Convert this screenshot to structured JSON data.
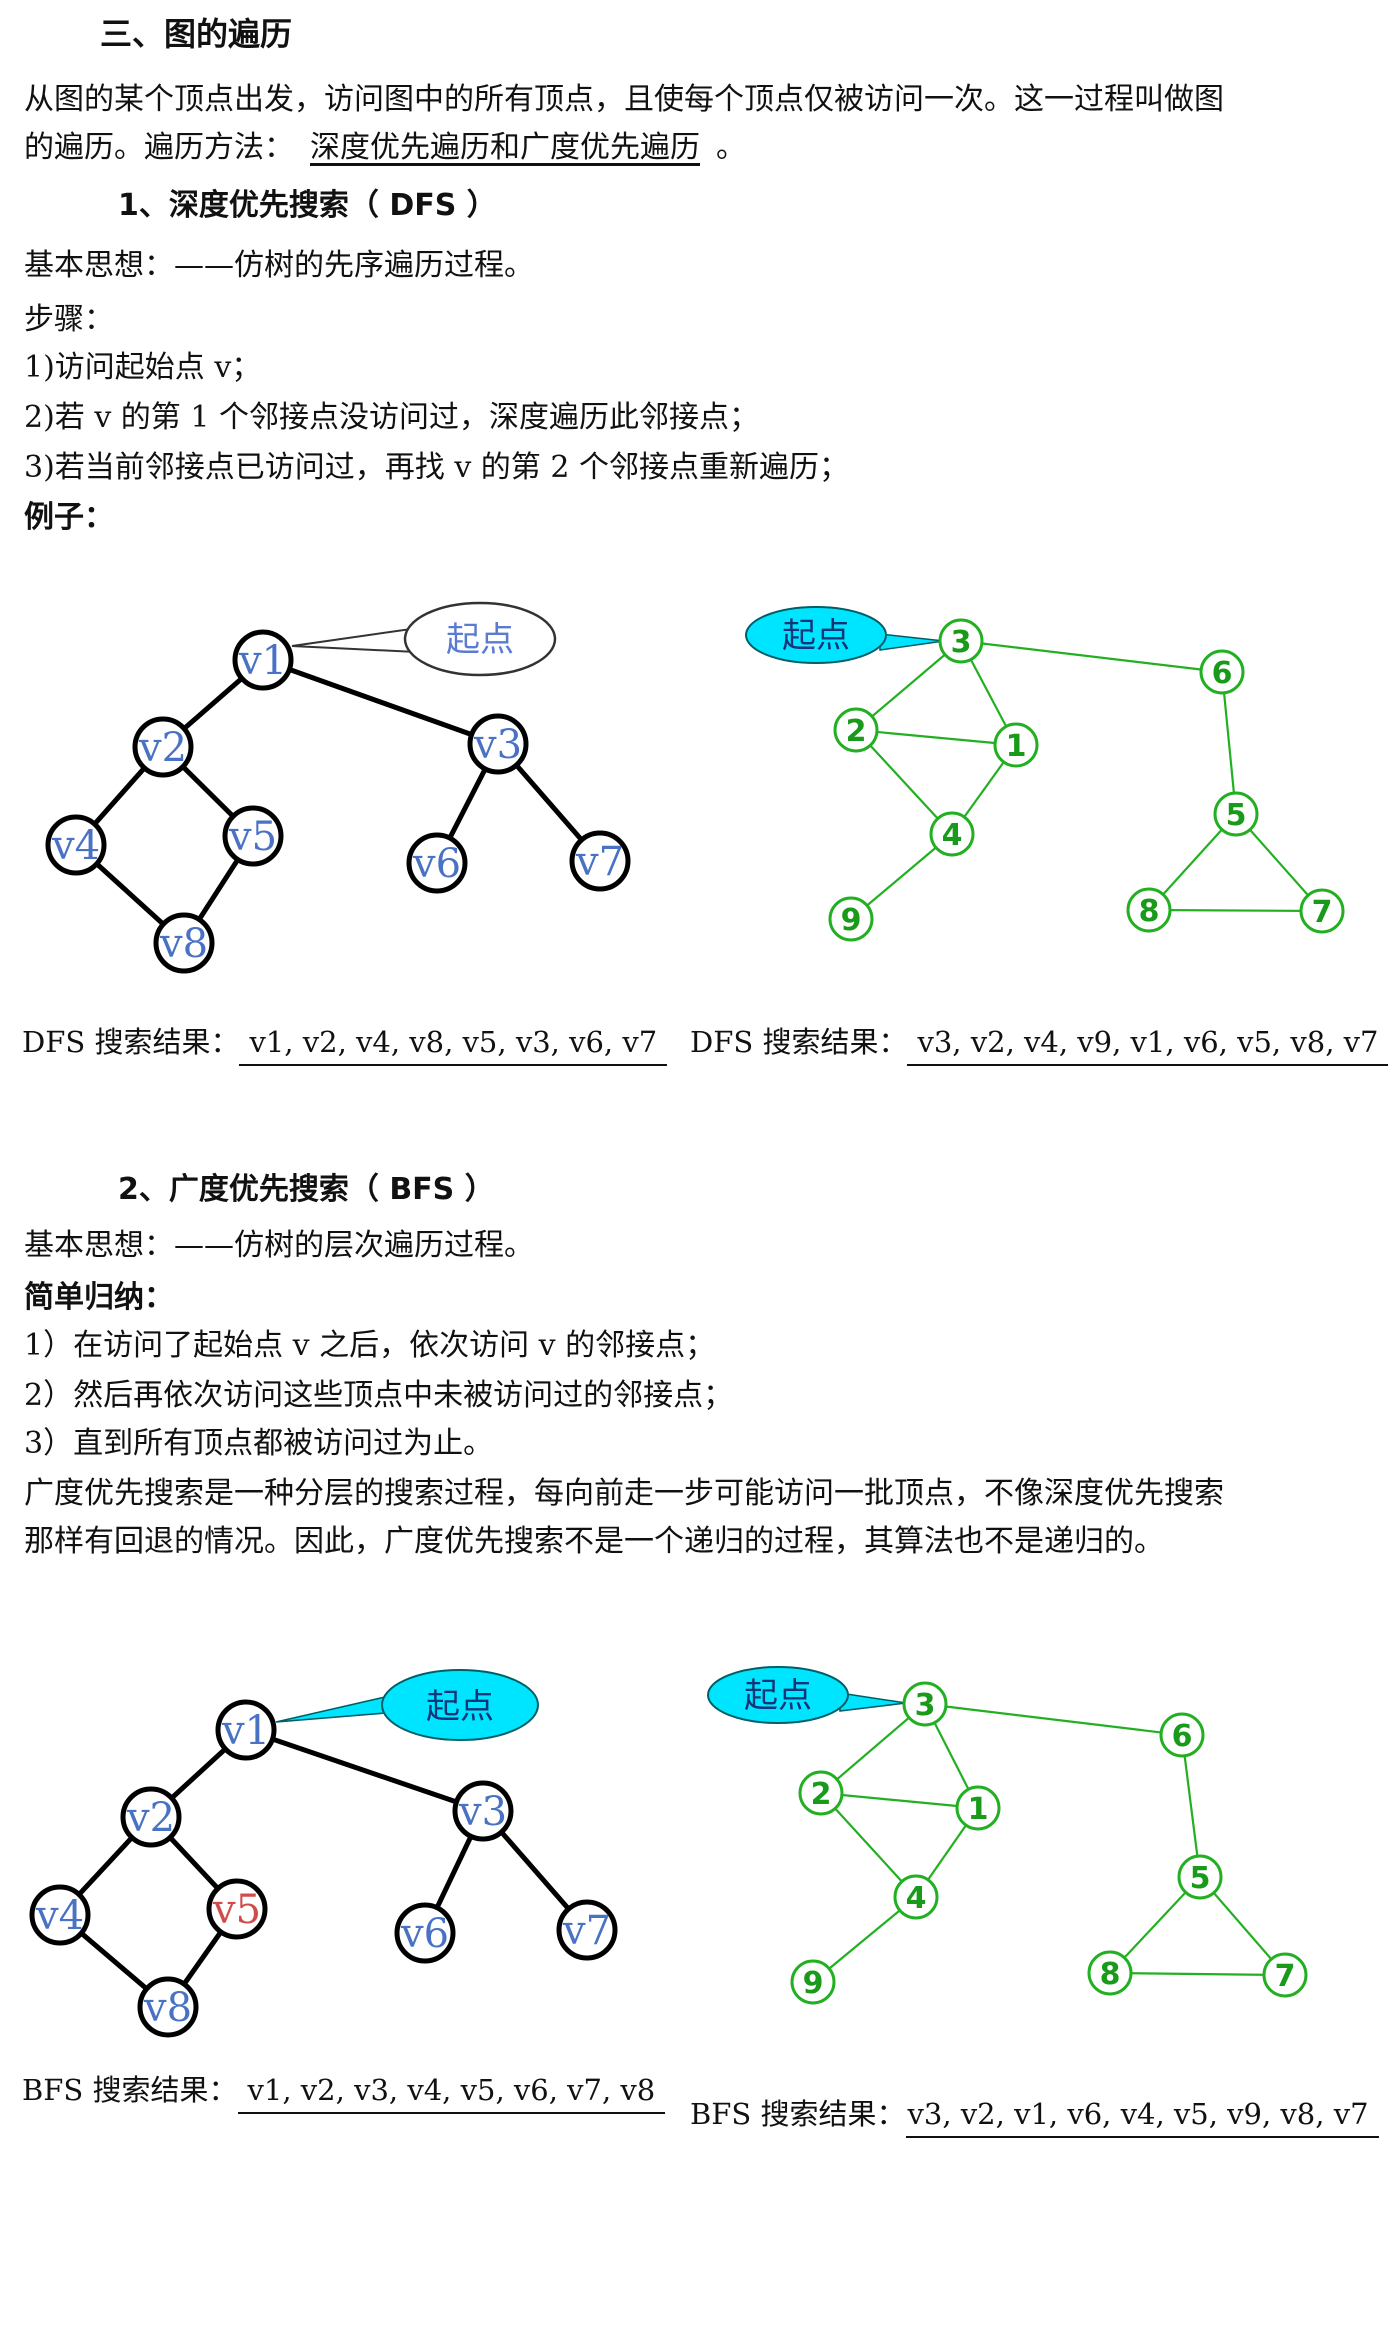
{
  "heading": "三、图的遍历",
  "intro": {
    "line1": "从图的某个顶点出发，访问图中的所有顶点，且使每个顶点仅被访问一次。这一过程叫做图",
    "line2_prefix": "的遍历。遍历方法：",
    "line2_answer": "深度优先遍历和广度优先遍历",
    "line2_suffix": "。"
  },
  "dfs": {
    "title": "1、深度优先搜索（ DFS ）",
    "idea": "基本思想：——仿树的先序遍历过程。",
    "steps_label": "步骤：",
    "steps": [
      "1)访问起始点 v；",
      "2)若 v 的第 1 个邻接点没访问过，深度遍历此邻接点；",
      "3)若当前邻接点已访问过，再找 v 的第 2 个邻接点重新遍历；"
    ],
    "example_label": "例子：",
    "result_label": "DFS 搜索结果：",
    "result_tree": "v1, v2, v4, v8, v5, v3, v6, v7",
    "result_graph": "v3, v2, v4, v9, v1, v6, v5, v8, v7"
  },
  "bfs": {
    "title": "2、广度优先搜索（ BFS ）",
    "idea": "基本思想：——仿树的层次遍历过程。",
    "summary_label": "简单归纳：",
    "steps": [
      "1）在访问了起始点 v 之后，依次访问 v 的邻接点；",
      "2）然后再依次访问这些顶点中未被访问过的邻接点；",
      "3）直到所有顶点都被访问过为止。"
    ],
    "para_line1": "广度优先搜索是一种分层的搜索过程，每向前走一步可能访问一批顶点，不像深度优先搜索",
    "para_line2": "那样有回退的情况。因此，广度优先搜索不是一个递归的过程，其算法也不是递归的。",
    "result_label": "BFS 搜索结果：",
    "result_tree": "v1, v2, v3, v4, v5, v6, v7, v8",
    "result_graph": "v3, v2, v1, v6, v4, v5, v9, v8, v7"
  },
  "start_label": "起点",
  "tree_labels": [
    "v1",
    "v2",
    "v3",
    "v4",
    "v5",
    "v6",
    "v7",
    "v8"
  ],
  "graph_labels": [
    "1",
    "2",
    "3",
    "4",
    "5",
    "6",
    "7",
    "8",
    "9"
  ],
  "colors": {
    "tree_label": "#4a72c4",
    "tree_label_highlight": "#d24b4b",
    "graph_green": "#22b022",
    "callout_cyan": "#00e5ff"
  }
}
